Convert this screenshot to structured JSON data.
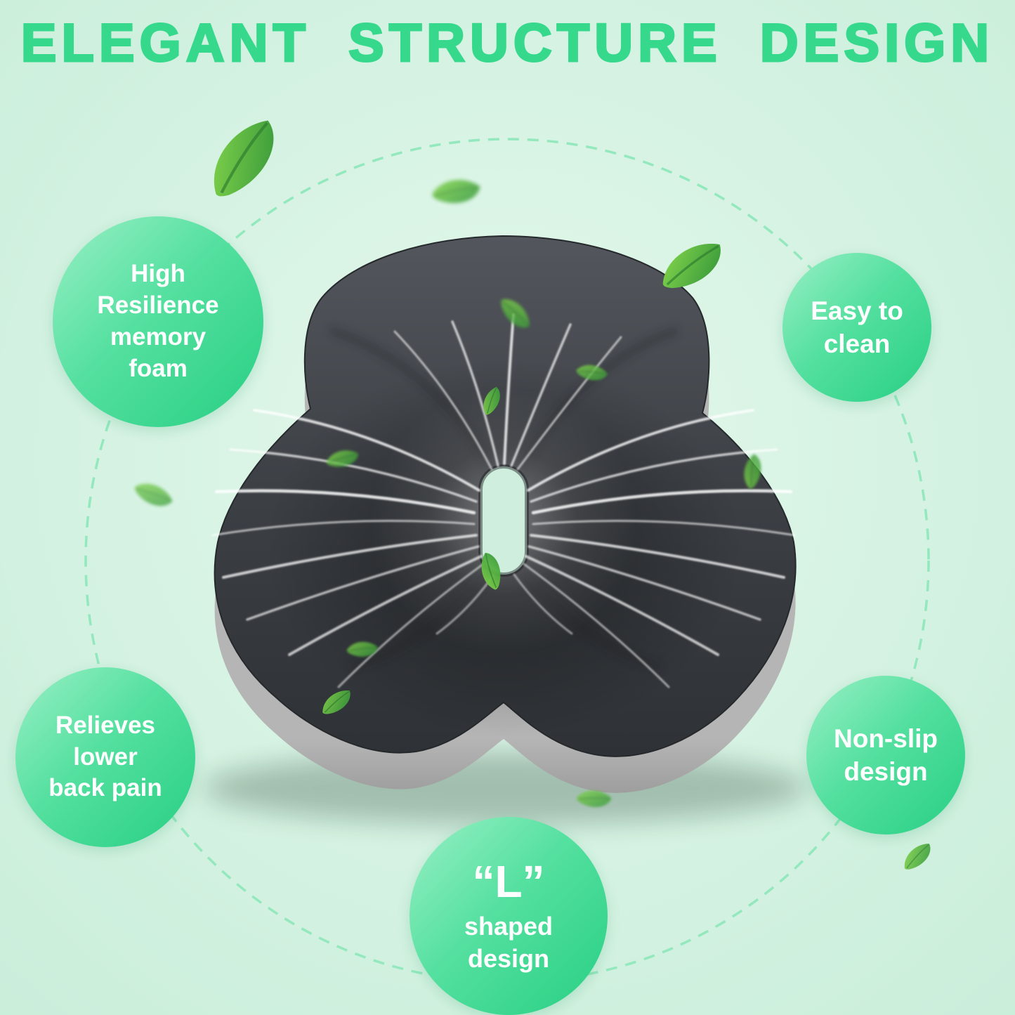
{
  "title": "ELEGANT STRUCTURE DESIGN",
  "badges": {
    "memory_foam": {
      "lines": [
        "High",
        "Resilience",
        "memory",
        "foam"
      ]
    },
    "easy_clean": {
      "lines": [
        "Easy to",
        "clean"
      ]
    },
    "back_pain": {
      "lines": [
        "Relieves",
        "lower",
        "back pain"
      ]
    },
    "non_slip": {
      "lines": [
        "Non-slip",
        "design"
      ]
    },
    "l_shaped": {
      "lines": [
        "“L”",
        "shaped",
        "design"
      ]
    }
  },
  "colors": {
    "background": "#d5f2e2",
    "accent_green": "#36d98c",
    "badge_gradient_start": "#9af0c5",
    "badge_gradient_end": "#27cf83",
    "dashed_circle": "#93e8bd",
    "cushion_top": "#3a3e43",
    "cushion_side": "#a3a3a3",
    "leaf_green": "#57b53d"
  }
}
